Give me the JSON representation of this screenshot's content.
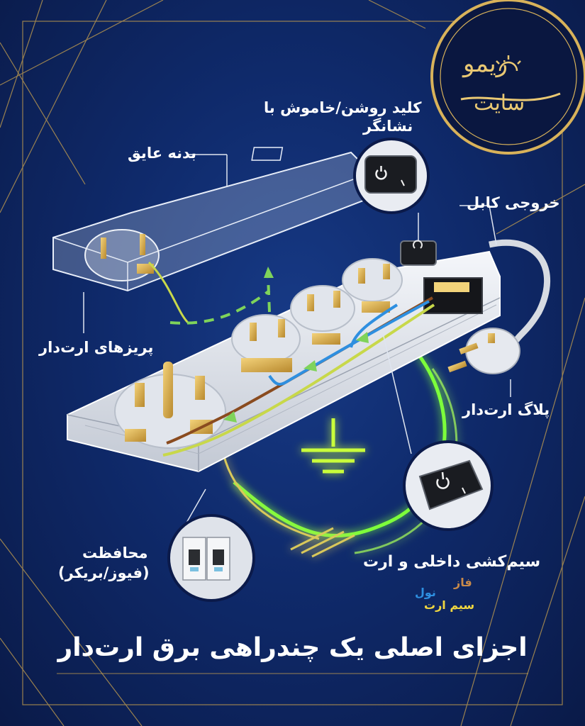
{
  "title": "اجزای اصلی یک چندراهی برق ارت‌دار",
  "logo": {
    "line1": "زیمو",
    "line2": "سایت"
  },
  "labels": {
    "switch_line1": "کلید روشن/خاموش با",
    "switch_line2": "نشانگر",
    "body": "بدنه عایق",
    "cable_outlet": "خروجی کابل",
    "earthed_sockets": "پریزهای ارت‌دار",
    "earthed_plug": "پلاگ ارت‌دار",
    "protection_line1": "محافظت",
    "protection_line2": "(فیوز/بریکر)",
    "wiring": "سیم‌کشی داخلی و ارت"
  },
  "legend": {
    "phase": "فاز",
    "neutral": "نول",
    "earth": "سیم ارت"
  },
  "colors": {
    "background": "#0f2a6b",
    "gold": "#d8b25a",
    "phase_wire": "#8a4b1f",
    "neutral_wire": "#2e8fe0",
    "earth_wire": "#c8d84a",
    "earth_glow": "#7dff3a",
    "legend_phase": "#c98a4a",
    "legend_neutral": "#2e8fe0",
    "legend_earth": "#f0d640"
  },
  "icons": [
    "power-icon",
    "earth-ground-icon",
    "lightbulb-icon"
  ]
}
